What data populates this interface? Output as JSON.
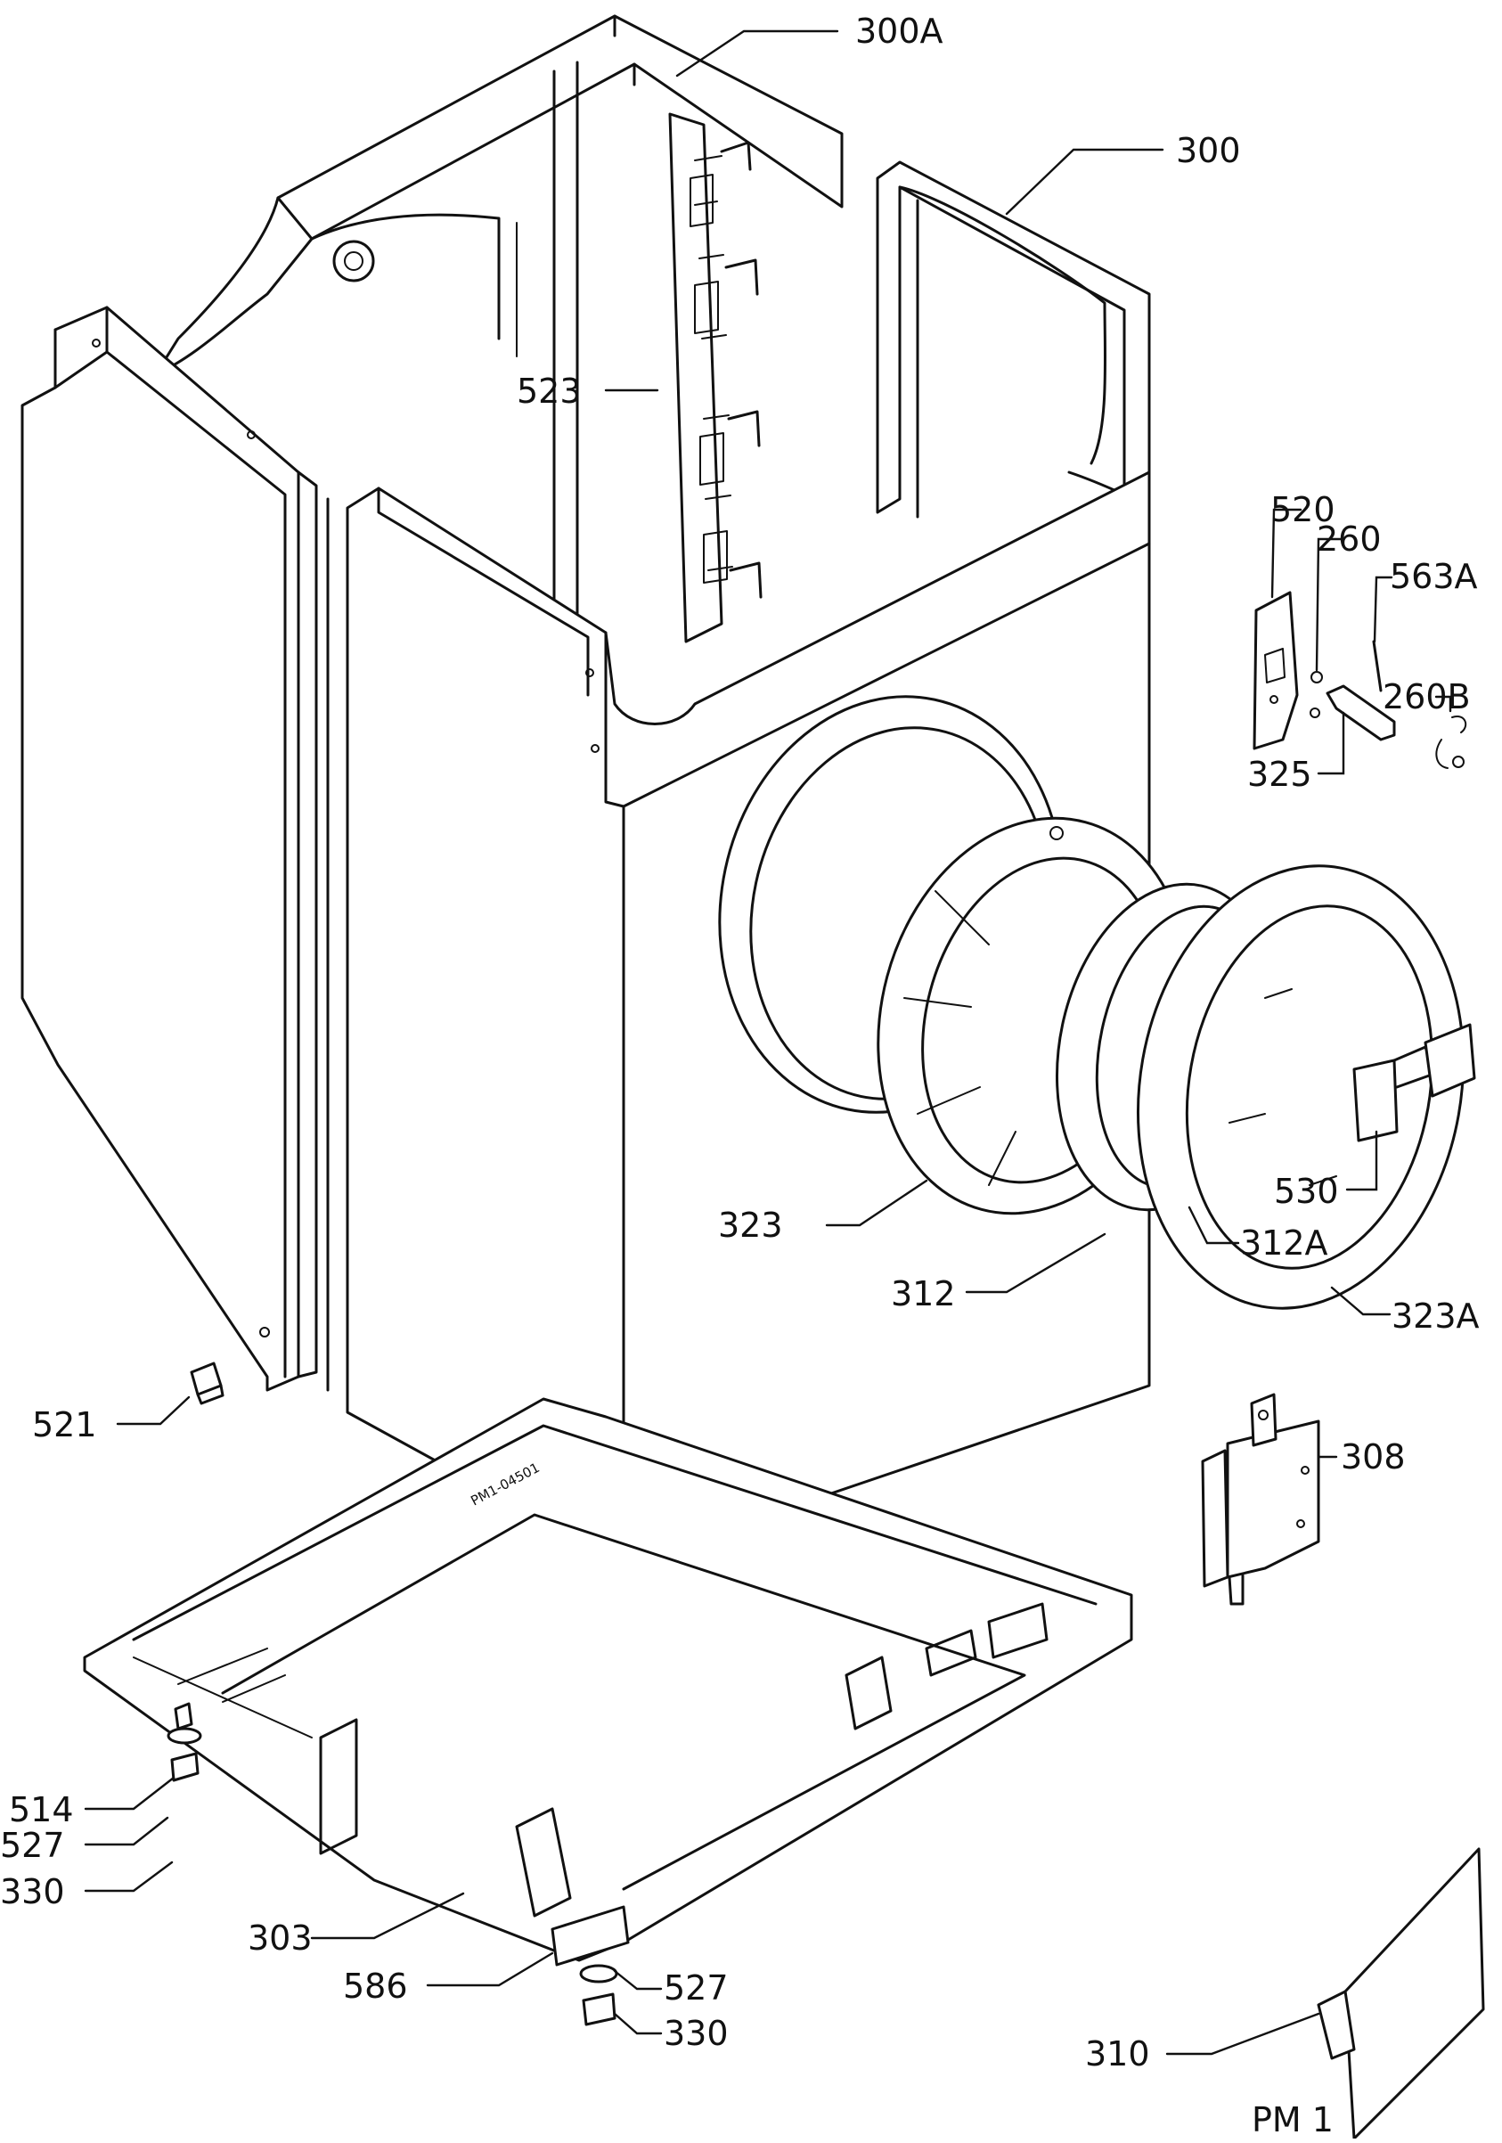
{
  "labels": {
    "l300A": "300A",
    "l300": "300",
    "l523": "523",
    "l520": "520",
    "l260": "260",
    "l563A": "563A",
    "l260B": "260B",
    "l325": "325",
    "l530": "530",
    "l323": "323",
    "l312A": "312A",
    "l312": "312",
    "l323A": "323A",
    "l521": "521",
    "l308": "308",
    "l514": "514",
    "l527a": "527",
    "l330a": "330",
    "l303": "303",
    "l586": "586",
    "l527b": "527",
    "l330b": "330",
    "l310": "310"
  },
  "figure_id": "PM 1",
  "drawing_code": "PM1-04501"
}
